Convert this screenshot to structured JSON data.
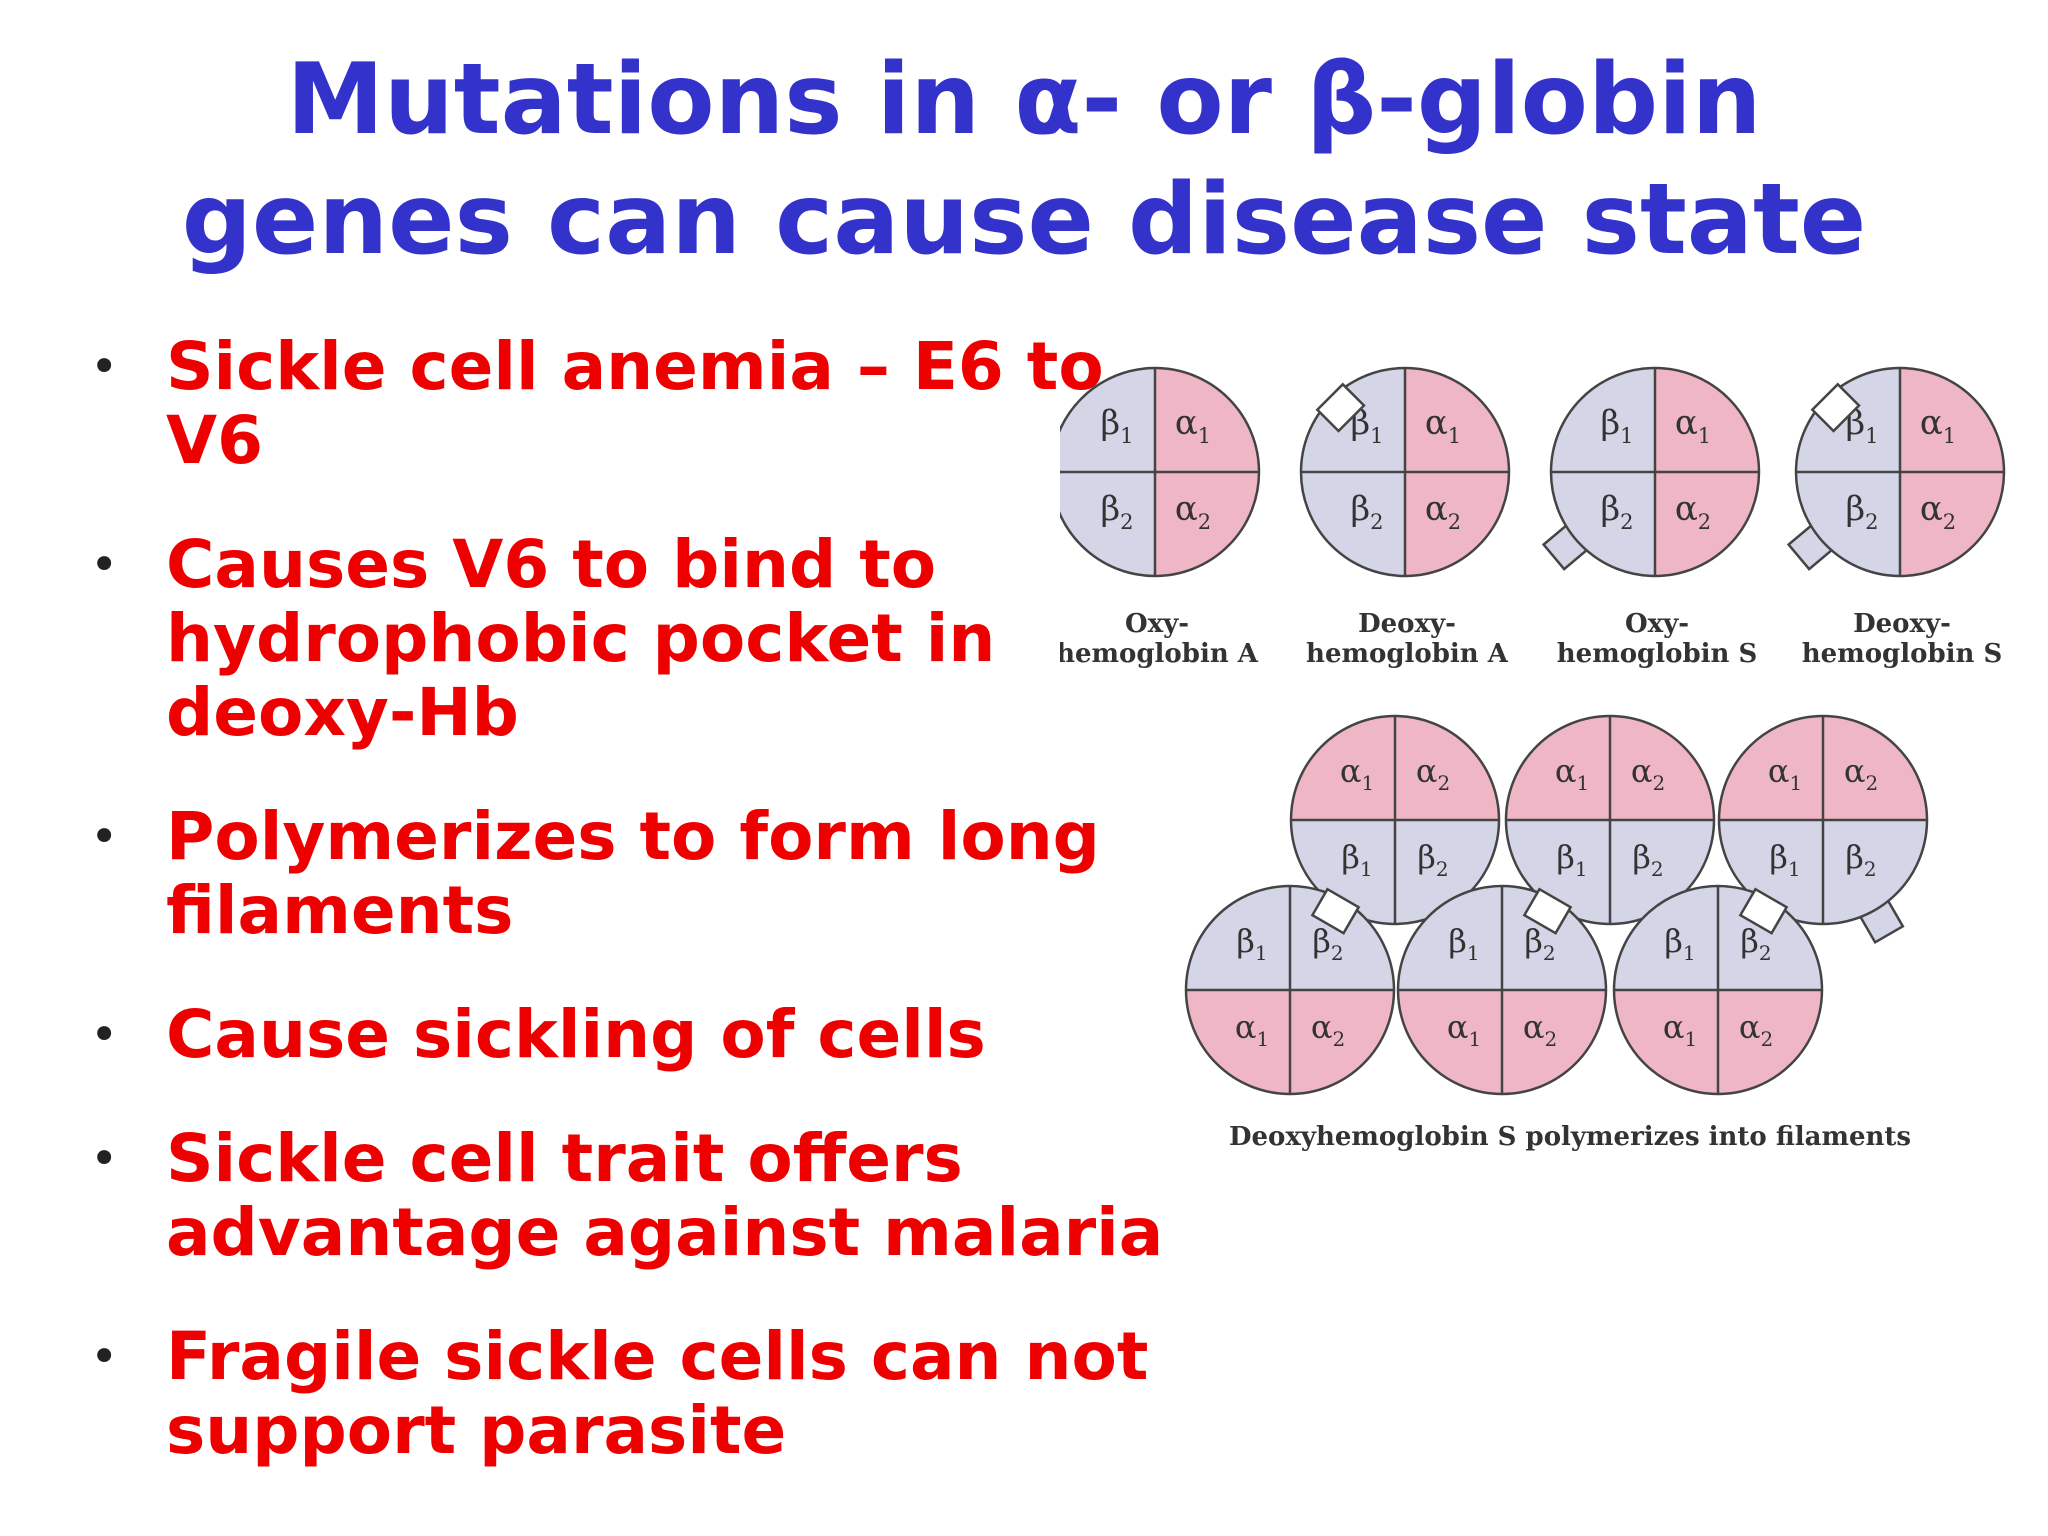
{
  "title": {
    "line1": "Mutations in α- or β-globin",
    "line2": "genes can cause disease state"
  },
  "bullets": [
    {
      "lines": [
        "Sickle cell anemia – E6 to",
        "V6"
      ]
    },
    {
      "lines": [
        "Causes V6 to bind to",
        "hydrophobic pocket in",
        "deoxy-Hb"
      ]
    },
    {
      "lines": [
        "Polymerizes to form long",
        "filaments"
      ]
    },
    {
      "lines": [
        "Cause sickling of cells"
      ]
    },
    {
      "lines": [
        "Sickle cell trait offers",
        "advantage against malaria"
      ]
    },
    {
      "lines": [
        "Fragile sickle cells can not",
        "support parasite"
      ]
    }
  ],
  "figure": {
    "molecules": [
      {
        "label_line1": "Oxy-",
        "label_line2": "hemoglobin A"
      },
      {
        "label_line1": "Deoxy-",
        "label_line2": "hemoglobin A"
      },
      {
        "label_line1": "Oxy-",
        "label_line2": "hemoglobin S"
      },
      {
        "label_line1": "Deoxy-",
        "label_line2": "hemoglobin S"
      }
    ],
    "subunits": {
      "b1": "β",
      "b2": "β",
      "a1": "α",
      "a2": "α",
      "sub1": "1",
      "sub2": "2"
    },
    "caption": "Deoxyhemoglobin S polymerizes into filaments"
  },
  "colors": {
    "title": "#3333cc",
    "bullet_text": "#ee0000",
    "alpha_fill": "#efb7c6",
    "beta_fill": "#d4d5e6",
    "outline": "#444444"
  }
}
